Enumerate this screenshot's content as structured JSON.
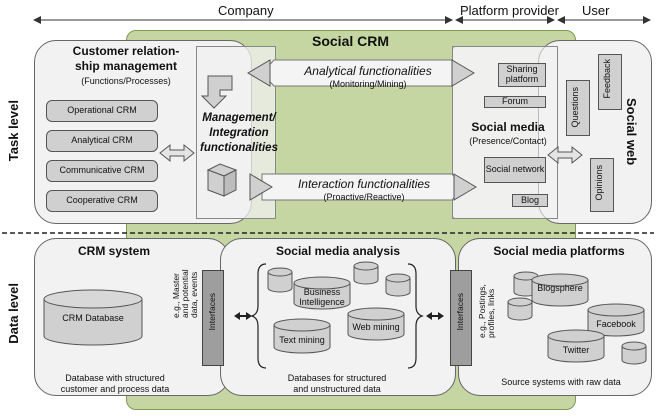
{
  "top": {
    "company": "Company",
    "platform_provider": "Platform provider",
    "user": "User"
  },
  "center_title": "Social CRM",
  "levels": {
    "task": "Task level",
    "data": "Data level"
  },
  "crm_panel": {
    "title_line1": "Customer relation-",
    "title_line2": "ship management",
    "subtitle": "(Functions/Processes)",
    "items": [
      "Operational CRM",
      "Analytical CRM",
      "Communicative CRM",
      "Cooperative CRM"
    ]
  },
  "integration": {
    "line1": "Management/",
    "line2": "Integration",
    "line3": "functionalities"
  },
  "analytical": {
    "title": "Analytical functionalities",
    "subtitle": "(Monitoring/Mining)"
  },
  "interaction": {
    "title": "Interaction functionalities",
    "subtitle": "(Proactive/Reactive)"
  },
  "social_media": {
    "title": "Social media",
    "subtitle": "(Presence/Contact)",
    "items": [
      "Sharing platform",
      "Forum",
      "Social network",
      "Blog"
    ]
  },
  "social_web": {
    "title": "Social web",
    "notes": [
      "Questions",
      "Feedback",
      "Opinions"
    ]
  },
  "crm_system": {
    "title": "CRM system",
    "db": "CRM Database",
    "caption_line1": "Database with structured",
    "caption_line2": "customer and process data",
    "example": "e.g., Master and potential data, events"
  },
  "interfaces_label": "Interfaces",
  "sma": {
    "title": "Social media analysis",
    "items": [
      "Business Intelligence",
      "Text mining",
      "Web mining"
    ],
    "caption_line1": "Databases for structured",
    "caption_line2": "and unstructured data"
  },
  "platforms": {
    "title": "Social media platforms",
    "items": [
      "Blogsphere",
      "Facebook",
      "Twitter"
    ],
    "example": "e.g., Postings, profiles, links",
    "caption": "Source systems with raw data"
  },
  "colors": {
    "green": "#c5d6a3",
    "panel": "#f2f2f2",
    "box": "#d0d0d0",
    "border": "#555555"
  }
}
